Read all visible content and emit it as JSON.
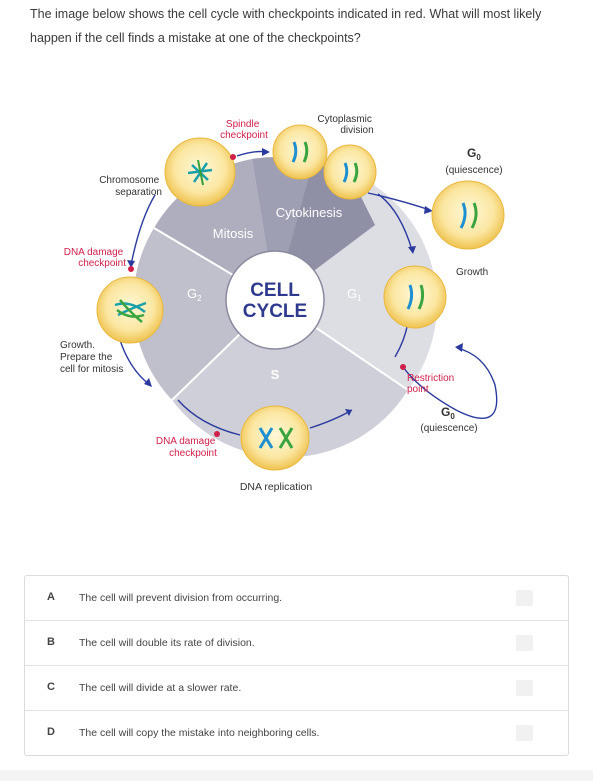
{
  "question": "The image below shows the cell cycle with checkpoints indicated in red. What will most likely happen if the cell finds a mistake at one of the checkpoints?",
  "diagram": {
    "center_line1": "CELL",
    "center_line2": "CYCLE",
    "phases": {
      "mitosis": "Mitosis",
      "cytokinesis": "Cytokinesis",
      "g2": "G",
      "g2_sub": "2",
      "g1": "G",
      "g1_sub": "1",
      "s": "S"
    },
    "labels": {
      "spindle_1": "Spindle",
      "spindle_2": "checkpoint",
      "cytoplasmic_1": "Cytoplasmic",
      "cytoplasmic_2": "division",
      "chromosome_1": "Chromosome",
      "chromosome_2": "separation",
      "dna_damage_top_1": "DNA damage",
      "dna_damage_top_2": "checkpoint",
      "growth_prepare_1": "Growth.",
      "growth_prepare_2": "Prepare the",
      "growth_prepare_3": "cell for mitosis",
      "dna_damage_bottom_1": "DNA damage",
      "dna_damage_bottom_2": "checkpoint",
      "dna_replication": "DNA replication",
      "g0_top": "G",
      "g0_top_sub": "0",
      "quiescence_top": "(quiescence)",
      "growth": "Growth",
      "restriction_1": "Restriction",
      "restriction_2": "point",
      "g0_bottom": "G",
      "g0_bottom_sub": "0",
      "quiescence_bottom": "(quiescence)"
    },
    "colors": {
      "checkpoint_red": "#d0204a",
      "arrow_blue": "#2b3a9e",
      "ring_light": "#dcdce2",
      "ring_mid": "#b9b9c6",
      "ring_dark": "#9898aa",
      "cell_yellow": "#f6d26a"
    }
  },
  "options": [
    {
      "letter": "A",
      "text": "The cell will prevent division from occurring."
    },
    {
      "letter": "B",
      "text": "The cell will double its rate of division."
    },
    {
      "letter": "C",
      "text": "The cell will divide at a slower rate."
    },
    {
      "letter": "D",
      "text": "The cell will copy the mistake into neighboring cells."
    }
  ]
}
